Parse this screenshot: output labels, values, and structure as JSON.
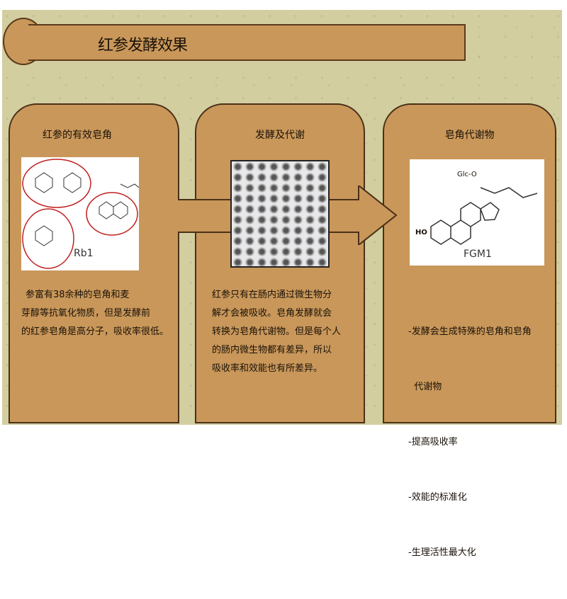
{
  "title": "红参发酵效果",
  "panels": [
    {
      "heading": "红参的有效皂角",
      "image_label": "Rb1",
      "lines": [
        "参富有38余种的皂角和麦",
        "芽醇等抗氧化物质，但是发酵前",
        "的红参皂角是高分子，吸收率很低。"
      ]
    },
    {
      "heading": "发酵及代谢",
      "lines": [
        "红参只有在肠内通过微生物分",
        "解才会被吸收。皂角发酵就会",
        "转换为皂角代谢物。但是每个人",
        "的肠内微生物都有差异，所以",
        "吸收率和效能也有所差异。"
      ]
    },
    {
      "heading": "皂角代谢物",
      "image_label": "FGM1",
      "image_sub_labels": [
        "Glc-O",
        "HO"
      ],
      "lines": [
        "-发酵会生成特殊的皂角和皂角",
        "  代谢物",
        "-提高吸收率",
        "-效能的标准化",
        "-生理活性最大化"
      ]
    }
  ],
  "colors": {
    "panel": "#c9975a",
    "background": "#d2cea0",
    "border": "#4a3018"
  }
}
